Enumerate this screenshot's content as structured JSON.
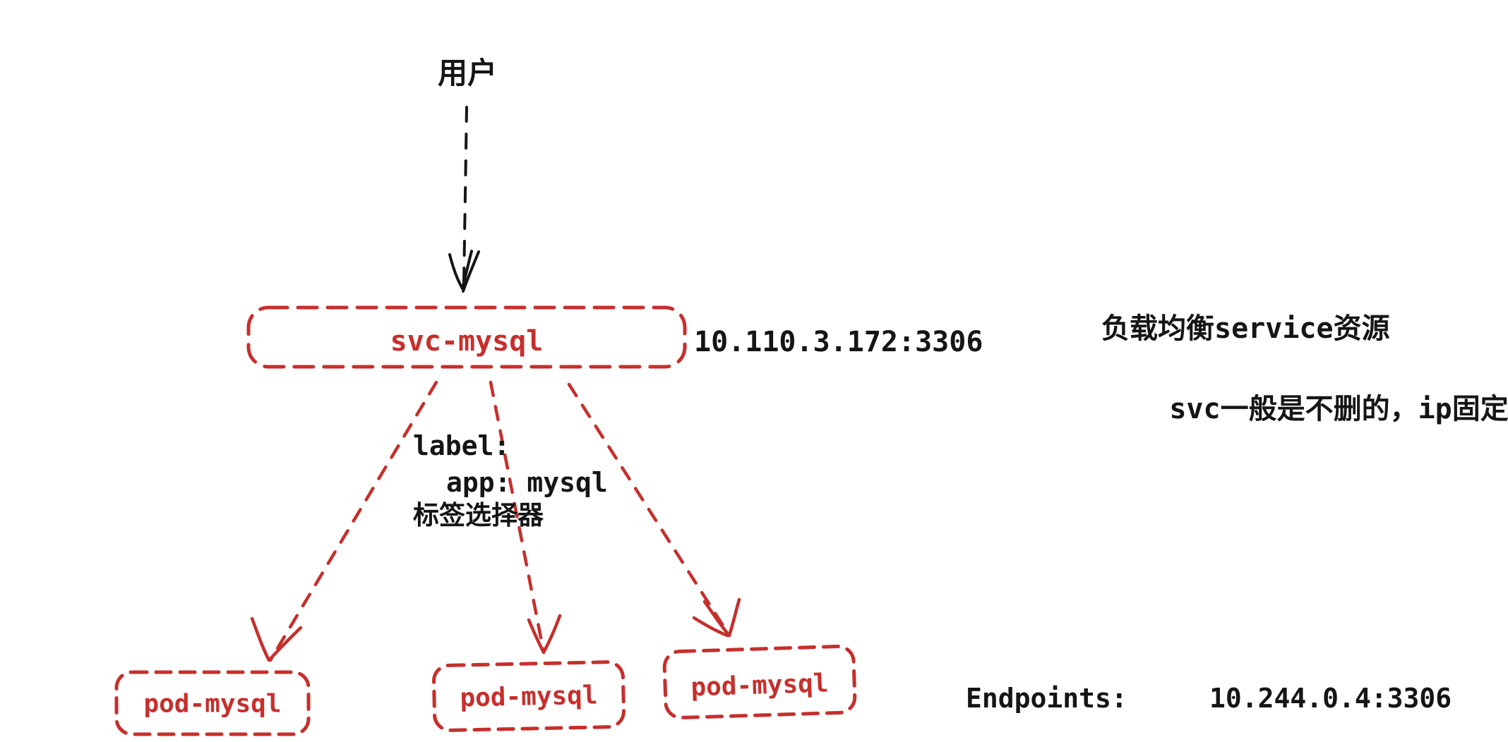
{
  "colors": {
    "background": "#ffffff",
    "ink": "#151515",
    "red": "#c62f2c"
  },
  "diagram": {
    "user": {
      "label": "用户"
    },
    "service": {
      "name": "svc-mysql",
      "cluster_ip": "10.110.3.172:3306"
    },
    "service_note": {
      "line1": "负载均衡service资源",
      "line2": "svc一般是不删的，ip固定"
    },
    "selector": {
      "line1": "label:",
      "line2": "app: mysql",
      "line3": "标签选择器"
    },
    "pods": [
      {
        "name": "pod-mysql"
      },
      {
        "name": "pod-mysql"
      },
      {
        "name": "pod-mysql"
      }
    ],
    "endpoints": {
      "label": "Endpoints:",
      "value": "10.244.0.4:3306"
    }
  }
}
